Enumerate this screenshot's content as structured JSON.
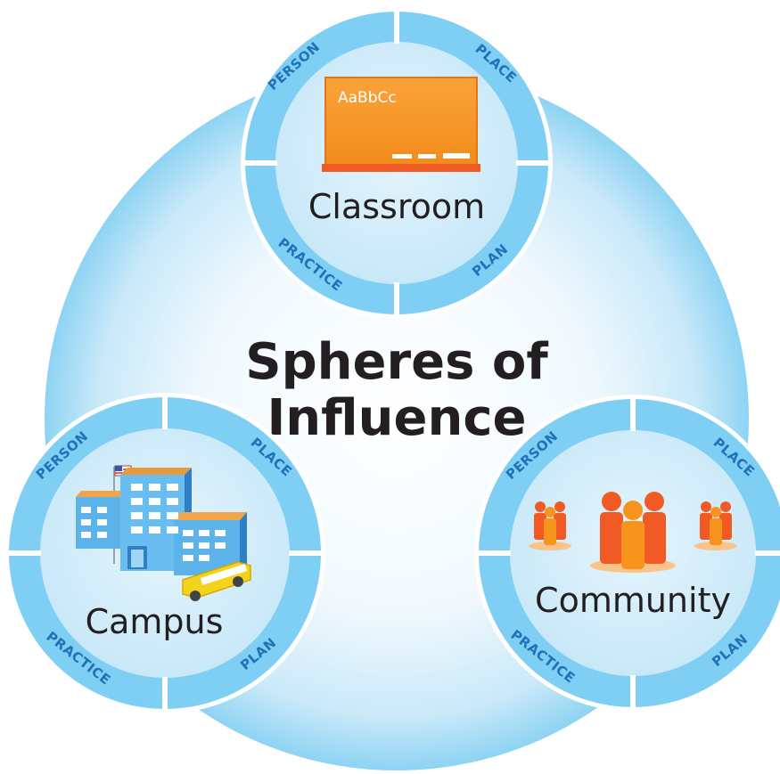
{
  "title": {
    "line1": "Spheres of",
    "line2": "Influence"
  },
  "spheres": [
    {
      "name": "Classroom",
      "icon": "chalkboard-icon",
      "board_text": "AaBbCc",
      "labels": {
        "top_left": "PERSON",
        "top_right": "PLACE",
        "bottom_left": "PRACTICE",
        "bottom_right": "PLAN"
      }
    },
    {
      "name": "Campus",
      "icon": "school-building-icon",
      "labels": {
        "top_left": "PERSON",
        "top_right": "PLACE",
        "bottom_left": "PRACTICE",
        "bottom_right": "PLAN"
      }
    },
    {
      "name": "Community",
      "icon": "people-group-icon",
      "labels": {
        "top_left": "PERSON",
        "top_right": "PLACE",
        "bottom_left": "PRACTICE",
        "bottom_right": "PLAN"
      }
    }
  ],
  "colors": {
    "outer_sphere_light": "#eaf6fd",
    "outer_sphere_dark": "#7ccdf2",
    "ring": "#7fcff4",
    "ring_inner_fill": "#d6effb",
    "label_text": "#1f72b8",
    "accent_orange": "#f7941d",
    "building_blue": "#4aa3df"
  }
}
